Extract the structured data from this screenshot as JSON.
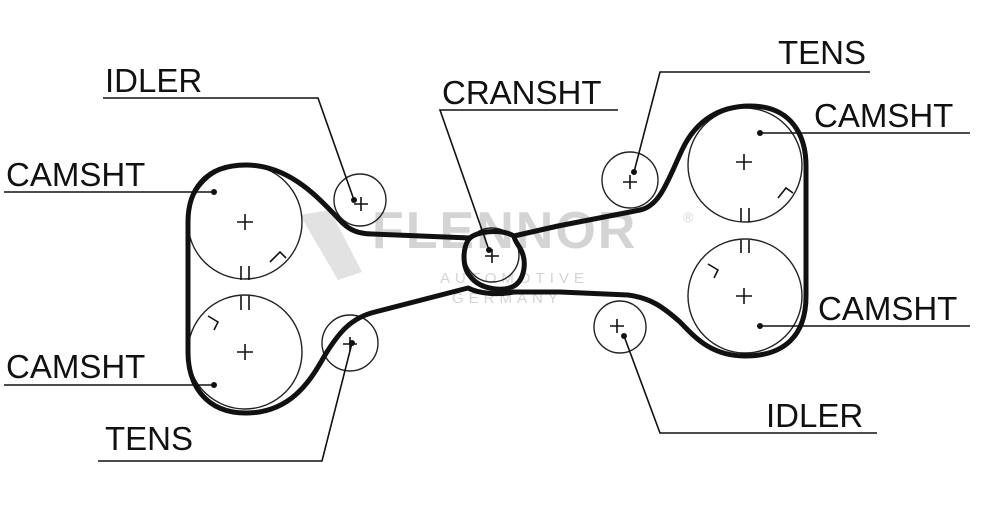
{
  "labels": {
    "idler_top_left": "IDLER",
    "camsht_left_upper": "CAMSHT",
    "camsht_left_lower": "CAMSHT",
    "tens_bottom_left": "TENS",
    "cranshaft": "CRANSHT",
    "tens_top_right": "TENS",
    "camsht_right_upper": "CAMSHT",
    "camsht_right_lower": "CAMSHT",
    "idler_bottom_right": "IDLER"
  },
  "watermark": {
    "brand": "FLENNOR",
    "registered": "®",
    "line1": "AUTOMOTIVE",
    "line2": "GERMANY"
  },
  "colors": {
    "ink": "#111111",
    "watermark": "#d4d4d4",
    "background": "#ffffff"
  }
}
